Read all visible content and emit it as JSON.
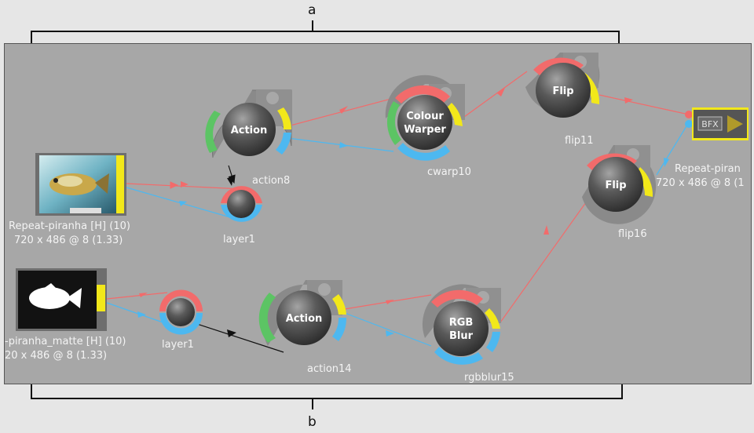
{
  "callouts": {
    "top": "a",
    "bottom": "b"
  },
  "colors": {
    "red_link": "#f26b6b",
    "blue_link": "#4db8f0",
    "yellow": "#f2e81a",
    "green": "#5cc464",
    "node": "#4d4d4d"
  },
  "clip1": {
    "name": "Repeat-piranha [H] (10)",
    "res": "720 x 486 @ 8 (1.33)"
  },
  "clip2": {
    "name": "-piranha_matte [H] (10)",
    "res": "20 x 486 @ 8 (1.33)"
  },
  "nodes": {
    "action8": {
      "title": "Action",
      "label": "action8"
    },
    "layer1a": {
      "label": "layer1"
    },
    "cwarp10": {
      "title1": "Colour",
      "title2": "Warper",
      "label": "cwarp10"
    },
    "flip11": {
      "title": "Flip",
      "label": "flip11"
    },
    "flip16": {
      "title": "Flip",
      "label": "flip16"
    },
    "layer1b": {
      "label": "layer1"
    },
    "action14": {
      "title": "Action",
      "label": "action14"
    },
    "rgbblur15": {
      "title1": "RGB",
      "title2": "Blur",
      "label": "rgbblur15"
    }
  },
  "output": {
    "badge": "BFX",
    "name": "Repeat-piran",
    "res": "720 x 486 @ 8 (1"
  }
}
